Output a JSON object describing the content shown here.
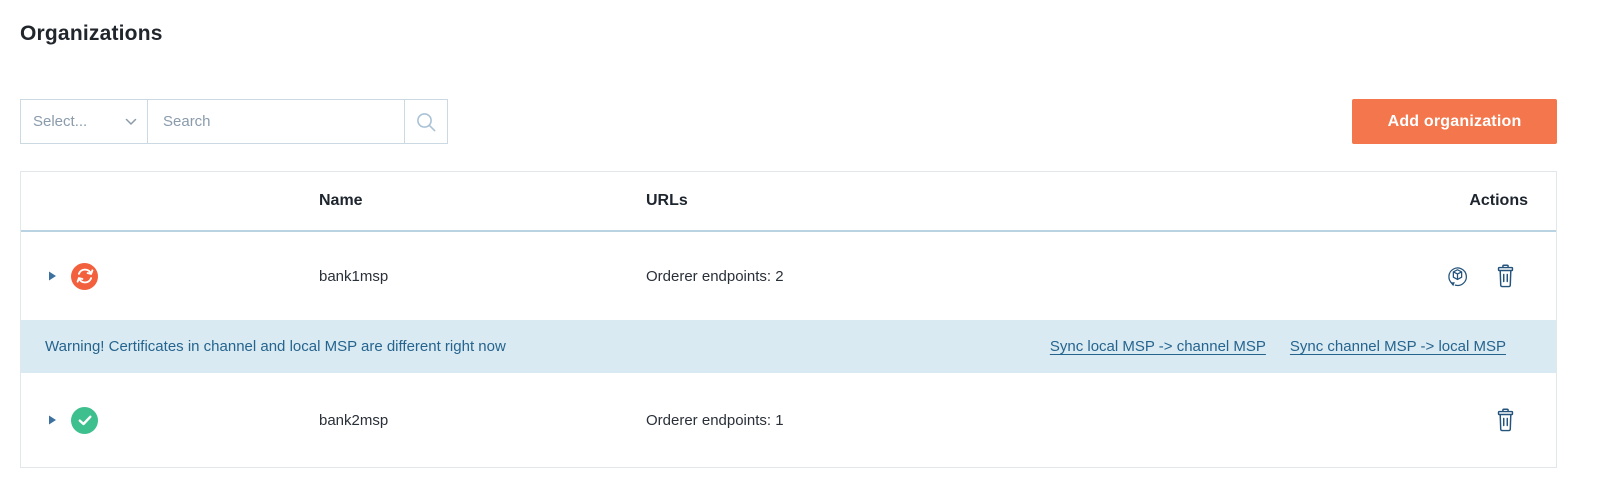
{
  "page": {
    "title": "Organizations"
  },
  "toolbar": {
    "filter_placeholder": "Select...",
    "search_placeholder": "Search",
    "add_button_label": "Add organization"
  },
  "table": {
    "headers": {
      "name": "Name",
      "urls": "URLs",
      "actions": "Actions"
    },
    "rows": [
      {
        "name": "bank1msp",
        "urls": "Orderer endpoints: 2",
        "status": "out-of-sync"
      },
      {
        "name": "bank2msp",
        "urls": "Orderer endpoints: 1",
        "status": "ok"
      }
    ],
    "warning": {
      "text": "Warning! Certificates in channel and local MSP are different right now",
      "link_sync_local_to_channel": "Sync local MSP -> channel MSP",
      "link_sync_channel_to_local": "Sync channel MSP -> local MSP"
    }
  },
  "colors": {
    "accent_orange": "#f4764c",
    "status_warning_orange": "#f2603d",
    "status_ok_green": "#3dbf8e",
    "warning_bg": "#d9eaf2",
    "warning_text_blue": "#26648e",
    "action_icon_navy": "#24537c",
    "header_divider_blue": "#b9d3e3"
  }
}
